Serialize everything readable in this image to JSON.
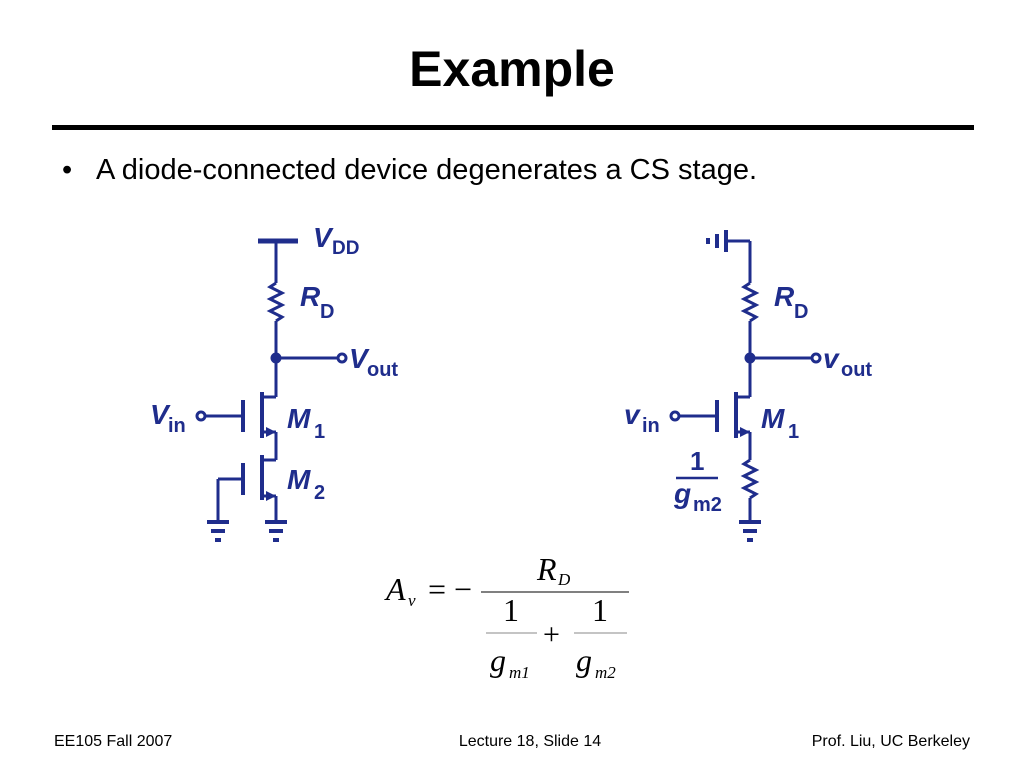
{
  "slide": {
    "title": "Example",
    "bullet": "A diode-connected device degenerates a CS stage."
  },
  "circuit_left": {
    "supply_label": "V",
    "supply_sub": "DD",
    "resistor_label": "R",
    "resistor_sub": "D",
    "output_label": "V",
    "output_sub": "out",
    "input_label": "V",
    "input_sub": "in",
    "m1_label": "M",
    "m1_sub": "1",
    "m2_label": "M",
    "m2_sub": "2"
  },
  "circuit_right": {
    "resistor_label": "R",
    "resistor_sub": "D",
    "output_label": "v",
    "output_sub": "out",
    "input_label": "v",
    "input_sub": "in",
    "m1_label": "M",
    "m1_sub": "1",
    "deg_num": "1",
    "deg_den": "g",
    "deg_den_sub": "m2"
  },
  "equation": {
    "lhs": "A",
    "lhs_sub": "v",
    "equals_minus": "= −",
    "num": "R",
    "num_sub": "D",
    "one_a": "1",
    "one_b": "1",
    "plus": "+",
    "g1": "g",
    "g1_sub": "m1",
    "g2": "g",
    "g2_sub": "m2"
  },
  "footer": {
    "left": "EE105 Fall 2007",
    "center": "Lecture 18, Slide 14",
    "right": "Prof. Liu, UC Berkeley"
  },
  "colors": {
    "circuit": "#1f2d8c",
    "text": "#000000"
  }
}
